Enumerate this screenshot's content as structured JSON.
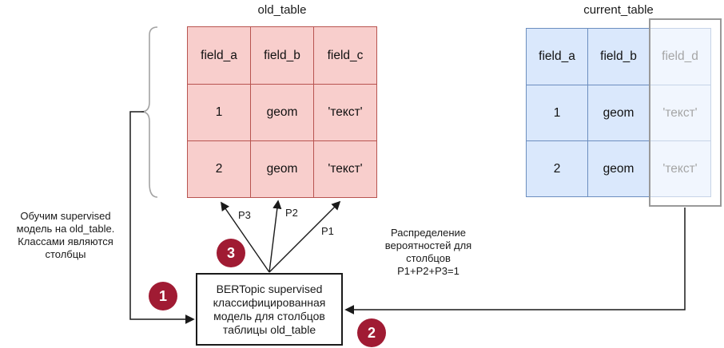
{
  "diagram": {
    "old_table": {
      "title": "old_table",
      "headers": [
        "field_a",
        "field_b",
        "field_c"
      ],
      "rows": [
        [
          "1",
          "geom",
          "'текст'"
        ],
        [
          "2",
          "geom",
          "'текст'"
        ]
      ]
    },
    "current_table": {
      "title": "current_table",
      "headers": [
        "field_a",
        "field_b",
        "field_d"
      ],
      "rows": [
        [
          "1",
          "geom",
          "'текст'"
        ],
        [
          "2",
          "geom",
          "'текст'"
        ]
      ]
    },
    "model_box_lines": [
      "BERTopic supervised",
      "классифицированная",
      "модель для столбцов",
      "таблицы old_table"
    ],
    "left_note_lines": [
      "Обучим supervised",
      "модель на old_table.",
      "Классами являются",
      "столбцы"
    ],
    "right_note_lines": [
      "Распределение",
      "вероятностей для",
      "столбцов",
      "P1+P2+P3=1"
    ],
    "arrow_labels": {
      "p1": "P1",
      "p2": "P2",
      "p3": "P3"
    },
    "step_badges": {
      "one": "1",
      "two": "2",
      "three": "3"
    },
    "colors": {
      "old_table_fill": "#f8cecc",
      "old_table_border": "#b85450",
      "current_table_fill": "#dae8fc",
      "current_table_border": "#6c8ebf",
      "highlight_text_blue": "#2222dd",
      "washed_field_d_text": "#8fa9dc",
      "washed_value_text": "#9a9a9a",
      "badge_red": "#a01b33",
      "frame_gray": "#999999",
      "brace_gray": "#a3a3a3",
      "line_black": "#1a1a1a"
    }
  }
}
